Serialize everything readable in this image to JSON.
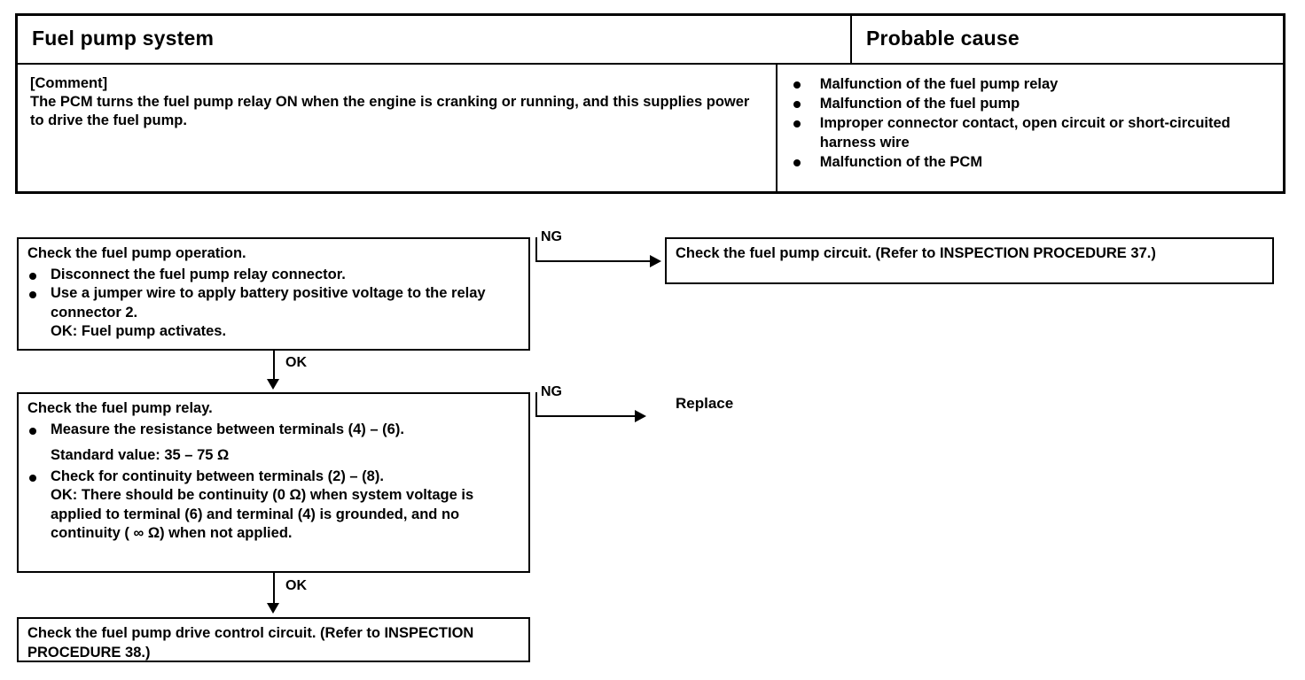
{
  "table": {
    "headers": {
      "left": "Fuel pump system",
      "right": "Probable cause"
    },
    "comment": {
      "label": "[Comment]",
      "text": "The PCM turns the fuel pump relay ON when the engine is cranking or running, and this supplies power to drive the fuel pump."
    },
    "causes": [
      "Malfunction of the fuel pump relay",
      "Malfunction of the fuel pump",
      "Improper connector contact, open circuit or short-circuited harness wire",
      "Malfunction of the PCM"
    ]
  },
  "flow": {
    "box_pump_operation": {
      "title": "Check the fuel pump operation.",
      "items": [
        "Disconnect the fuel pump relay connector.",
        "Use a jumper wire to apply battery positive voltage to the relay connector 2."
      ],
      "ok_tag": "OK:",
      "ok_text": "Fuel pump activates."
    },
    "box_pump_circuit": {
      "text": "Check the fuel pump circuit. (Refer to  INSPECTION PROCEDURE 37.)"
    },
    "box_pump_relay": {
      "title": "Check the fuel pump relay.",
      "item1": "Measure the resistance between terminals (4) – (6).",
      "standard_value": "Standard value: 35 – 75 Ω",
      "item2": "Check for continuity between terminals (2) – (8).",
      "ok_tag": "OK:",
      "ok_text": "There should be continuity (0 Ω) when system voltage is applied to terminal (6) and terminal (4) is grounded, and no continuity ( ∞  Ω) when not applied."
    },
    "box_drive_circuit": {
      "text": "Check the fuel pump drive control circuit. (Refer to INSPECTION PROCEDURE 38.)"
    },
    "edges": {
      "ng1": "NG",
      "ng2": "NG",
      "ok1": "OK",
      "ok2": "OK",
      "replace": "Replace"
    }
  }
}
